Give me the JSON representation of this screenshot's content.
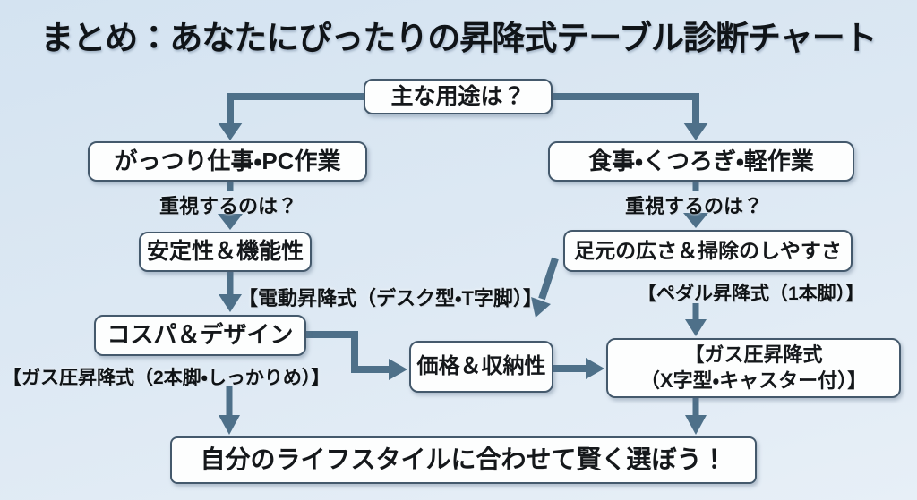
{
  "title": "まとめ：あなたにぴったりの昇降式テーブル診断チャート",
  "flowchart": {
    "nodes": {
      "main_use": {
        "label": "主な用途は？"
      },
      "work_pc": {
        "label": "がっつり仕事・PC作業"
      },
      "dining_relax": {
        "label": "食事・くつろぎ・軽作業"
      },
      "stability": {
        "label": "安定性＆機能性"
      },
      "foot_space": {
        "label": "足元の広さ＆掃除のしやすさ"
      },
      "cospa_design": {
        "label": "コスパ＆デザイン"
      },
      "price_storage": {
        "label": "価格＆収納性"
      },
      "gas_x_caster": {
        "label": "【ガス圧昇降式\n（X字型・キャスター付）】"
      },
      "conclusion": {
        "label": "自分のライフスタイルに合わせて賢く選ぼう！"
      }
    },
    "edge_labels": {
      "priority_left": "重視するのは？",
      "priority_right": "重視するのは？",
      "electric_desk": "【電動昇降式（デスク型・T字脚）】",
      "pedal_single": "【ペダル昇降式（1本脚）】",
      "gas_two_leg": "【ガス圧昇降式（2本脚・しっかりめ）】"
    },
    "edges": [
      {
        "from": "main_use",
        "to": "work_pc"
      },
      {
        "from": "main_use",
        "to": "dining_relax"
      },
      {
        "from": "work_pc",
        "to": "stability",
        "label_key": "priority_left"
      },
      {
        "from": "dining_relax",
        "to": "foot_space",
        "label_key": "priority_right"
      },
      {
        "from": "stability",
        "to": "cospa_design",
        "label_key": "electric_desk"
      },
      {
        "from": "foot_space",
        "to": "price_storage"
      },
      {
        "from": "foot_space",
        "to": "gas_x_caster",
        "label_key": "pedal_single"
      },
      {
        "from": "cospa_design",
        "to": "price_storage"
      },
      {
        "from": "price_storage",
        "to": "gas_x_caster"
      },
      {
        "from": "cospa_design",
        "to": "conclusion",
        "label_key": "gas_two_leg"
      },
      {
        "from": "gas_x_caster",
        "to": "conclusion"
      }
    ],
    "colors": {
      "background_top": "#d4e3f1",
      "background_bottom": "#e7eff7",
      "box_fill": "#fdfefe",
      "box_border": "#44596c",
      "arrow": "#4e7089",
      "text": "#15181b"
    }
  }
}
